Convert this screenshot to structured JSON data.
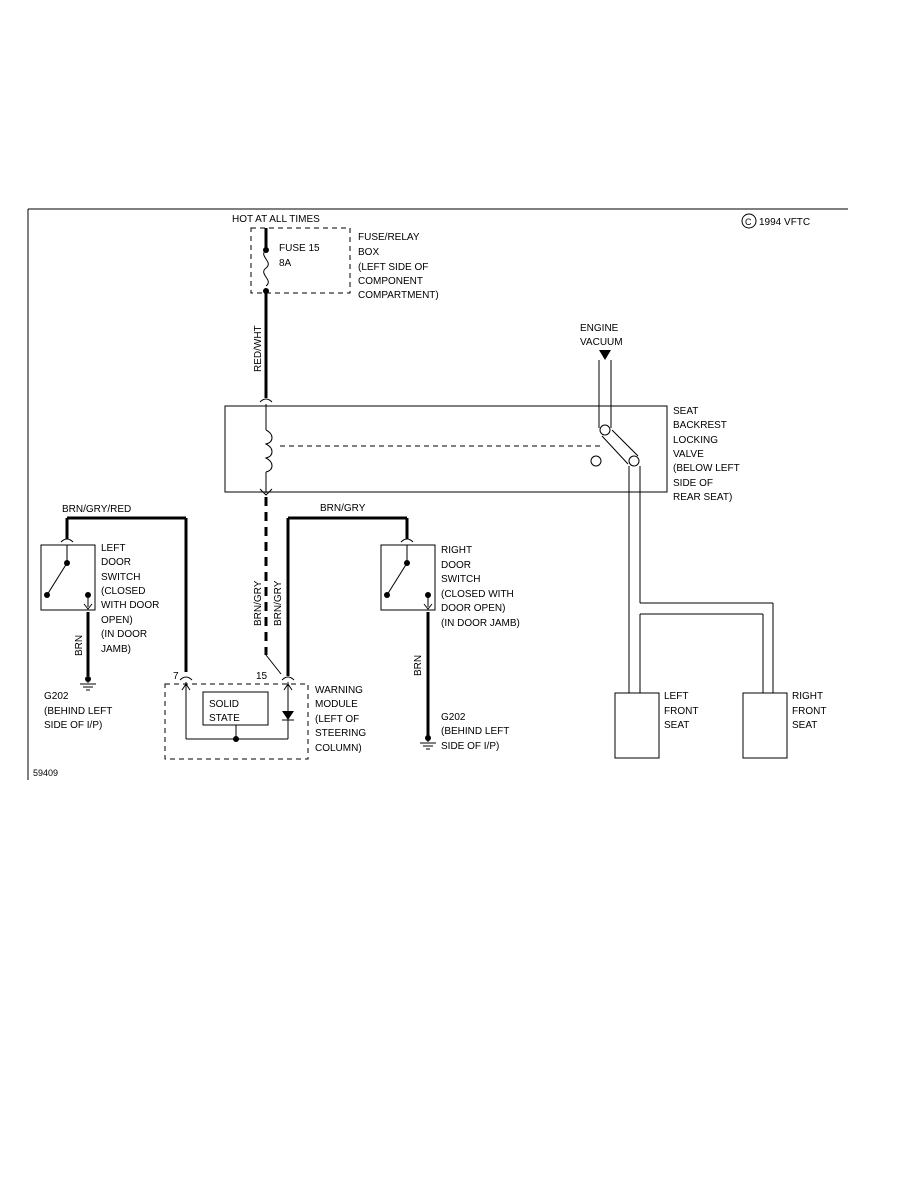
{
  "header": {
    "hot_label": "HOT AT ALL TIMES",
    "copyright": "1994 VFTC",
    "copyright_symbol": "C"
  },
  "fuse": {
    "name": "FUSE 15",
    "rating": "8A",
    "box_lines": [
      "FUSE/RELAY",
      "BOX",
      "(LEFT SIDE OF",
      "COMPONENT",
      "COMPARTMENT)"
    ]
  },
  "wires": {
    "red_wht": "RED/WHT",
    "brn_gry_red": "BRN/GRY/RED",
    "brn_gry_top": "BRN/GRY",
    "brn_gry_v1": "BRN/GRY",
    "brn_gry_v2": "BRN/GRY",
    "brn_left": "BRN",
    "brn_right": "BRN"
  },
  "engine_vacuum": [
    "ENGINE",
    "VACUUM"
  ],
  "valve": {
    "lines": [
      "SEAT",
      "BACKREST",
      "LOCKING",
      "VALVE",
      "(BELOW LEFT",
      "SIDE OF",
      "REAR SEAT)"
    ]
  },
  "left_switch": {
    "lines": [
      "LEFT",
      "DOOR",
      "SWITCH",
      "(CLOSED",
      "WITH DOOR",
      "OPEN)",
      "(IN DOOR",
      "JAMB)"
    ]
  },
  "right_switch": {
    "lines": [
      "RIGHT",
      "DOOR",
      "SWITCH",
      "(CLOSED WITH",
      "DOOR OPEN)",
      "(IN DOOR JAMB)"
    ]
  },
  "left_ground": [
    "G202",
    "(BEHIND LEFT",
    "SIDE OF I/P)"
  ],
  "right_ground": [
    "G202",
    "(BEHIND LEFT",
    "SIDE OF I/P)"
  ],
  "warning_module": {
    "pin_7": "7",
    "pin_15": "15",
    "solid_state": [
      "SOLID",
      "STATE"
    ],
    "lines": [
      "WARNING",
      "MODULE",
      "(LEFT OF",
      "STEERING",
      "COLUMN)"
    ]
  },
  "seats": {
    "left": [
      "LEFT",
      "FRONT",
      "SEAT"
    ],
    "right": [
      "RIGHT",
      "FRONT",
      "SEAT"
    ]
  },
  "figure_number": "59409"
}
